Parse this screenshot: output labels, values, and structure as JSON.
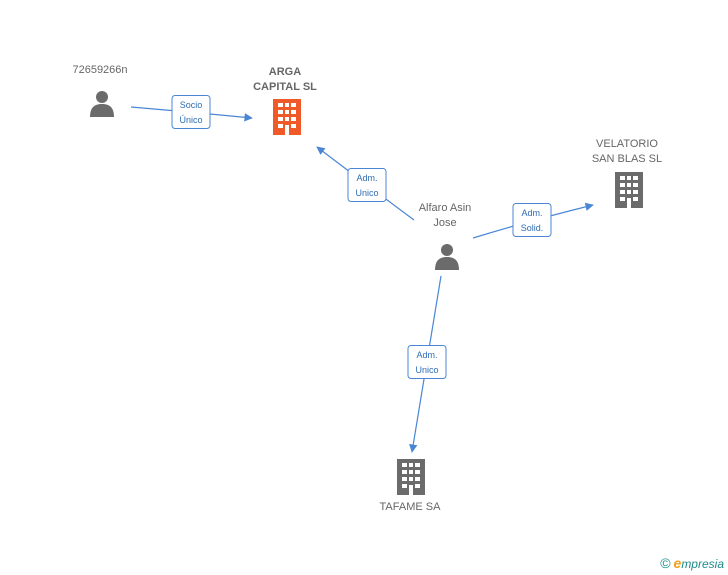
{
  "colors": {
    "edge": "#4a86d4",
    "edge_text": "#2e6db4",
    "person_icon": "#6b6b6b",
    "company_icon": "#6b6b6b",
    "focus_company_icon": "#f05a28",
    "label": "#666666"
  },
  "nodes": [
    {
      "id": "n72659266n",
      "type": "person",
      "label_lines": [
        "72659266n"
      ],
      "focus": false
    },
    {
      "id": "arga",
      "type": "company",
      "label_lines": [
        "ARGA",
        "CAPITAL SL"
      ],
      "focus": true
    },
    {
      "id": "alfaro",
      "type": "person",
      "label_lines": [
        "Alfaro Asin",
        "Jose"
      ],
      "focus": false
    },
    {
      "id": "velatorio",
      "type": "company",
      "label_lines": [
        "VELATORIO",
        "SAN BLAS  SL"
      ],
      "focus": false
    },
    {
      "id": "tafame",
      "type": "company",
      "label_lines": [
        "TAFAME SA"
      ],
      "focus": false
    }
  ],
  "edges": [
    {
      "from": "n72659266n",
      "to": "arga",
      "label_lines": [
        "Socio",
        "Único"
      ]
    },
    {
      "from": "alfaro",
      "to": "arga",
      "label_lines": [
        "Adm.",
        "Unico"
      ]
    },
    {
      "from": "alfaro",
      "to": "velatorio",
      "label_lines": [
        "Adm.",
        "Solid."
      ]
    },
    {
      "from": "alfaro",
      "to": "tafame",
      "label_lines": [
        "Adm.",
        "Unico"
      ]
    }
  ],
  "watermark": {
    "copyright_symbol": "©",
    "brand_initial": "e",
    "brand_rest": "mpresia"
  }
}
